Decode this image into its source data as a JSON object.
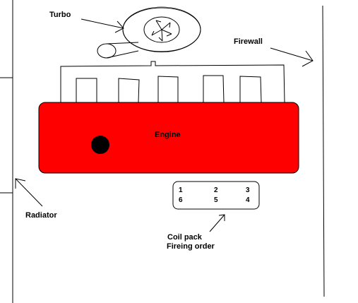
{
  "labels": {
    "turbo": "Turbo",
    "firewall": "Firewall",
    "engine": "Engine",
    "radiator": "Radiator",
    "coil_pack_line1": "Coil pack",
    "coil_pack_line2": "Fireing order"
  },
  "coil_pack": {
    "top_row": [
      "1",
      "2",
      "3"
    ],
    "bottom_row": [
      "6",
      "5",
      "4"
    ]
  },
  "colors": {
    "engine_block": "#ff0000",
    "ink": "#000000",
    "background": "#ffffff"
  },
  "icons": [
    "turbo-fan-icon",
    "pulley-icon",
    "engine-dot-icon"
  ]
}
